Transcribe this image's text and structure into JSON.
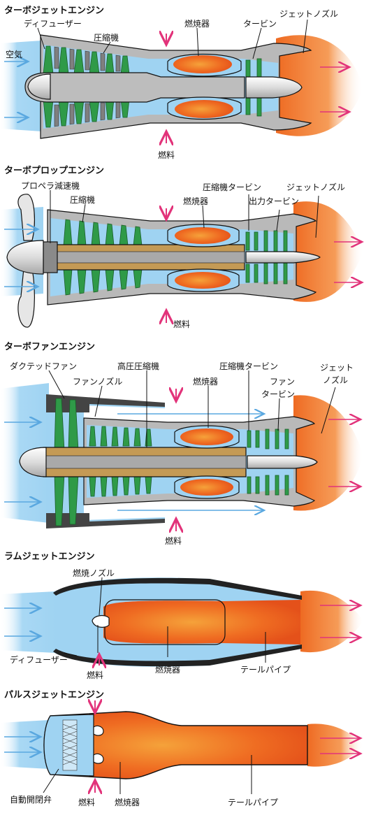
{
  "colors": {
    "air_blue": "#9fd3f2",
    "compressor_green": "#2f9a48",
    "casing_gray": "#9a9a9a",
    "shaft_brown": "#c49a55",
    "flame_orange": "#f07a2a",
    "fuel_arrow": "#e2337a",
    "exhaust_arrow": "#e2337a",
    "intake_arrow": "#5aa8e0"
  },
  "turbojet": {
    "title": "ターボジェットエンジン",
    "labels": {
      "diffuser": "ディフューザー",
      "compressor": "圧縮機",
      "combustor": "燃焼器",
      "turbine": "タービン",
      "jet_nozzle": "ジェットノズル",
      "air": "空気",
      "fuel": "燃料"
    }
  },
  "turboprop": {
    "title": "ターボプロップエンジン",
    "labels": {
      "reduction_gear": "プロペラ減速機",
      "compressor": "圧縮機",
      "compressor_turbine": "圧縮機タービン",
      "combustor": "燃焼器",
      "power_turbine": "出力タービン",
      "jet_nozzle": "ジェットノズル",
      "fuel": "燃料"
    }
  },
  "turbofan": {
    "title": "ターボファンエンジン",
    "labels": {
      "ducted_fan": "ダクテッドファン",
      "fan_nozzle": "ファンノズル",
      "hp_compressor": "高圧圧縮機",
      "compressor_turbine": "圧縮機タービン",
      "combustor": "燃焼器",
      "fan_turbine_1": "ファン",
      "fan_turbine_2": "タービン",
      "jet_nozzle_1": "ジェット",
      "jet_nozzle_2": "ノズル",
      "fuel": "燃料"
    }
  },
  "ramjet": {
    "title": "ラムジェットエンジン",
    "labels": {
      "combustion_nozzle": "燃焼ノズル",
      "diffuser": "ディフューザー",
      "fuel": "燃料",
      "combustor": "燃焼器",
      "tailpipe": "テールパイプ"
    }
  },
  "pulsejet": {
    "title": "パルスジェットエンジン",
    "labels": {
      "auto_valve": "自動開閉弁",
      "fuel": "燃料",
      "combustor": "燃焼器",
      "tailpipe": "テールパイプ"
    }
  }
}
